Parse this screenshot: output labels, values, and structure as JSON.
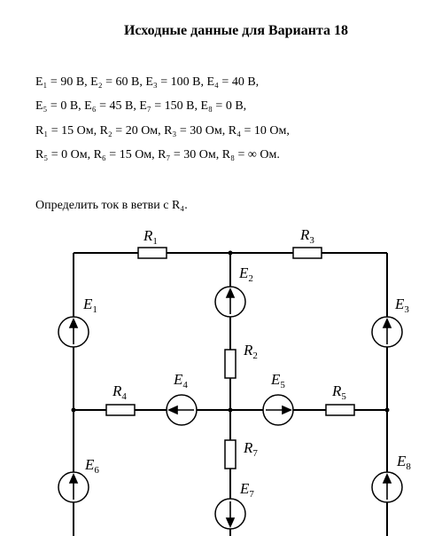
{
  "title": "Исходные данные для Варианта 18",
  "data_lines": [
    "E₁ = 90 В, E₂ = 60 В, E₃ = 100 В, E₄ = 40 В,",
    "E₅ = 0 В, E₆ = 45 В, E₇ = 150  В, E₈ = 0 В,",
    "R₁ = 15 Ом, R₂ = 20 Ом, R₃ = 30 Ом, R₄ = 10 Ом,",
    "R₅ = 0 Ом, R₆ = 15 Ом, R₇ = 30  Ом, R₈ = ∞  Ом."
  ],
  "task": "Определить ток в ветви с R₄.",
  "circuit_labels": {
    "R1": {
      "main": "R",
      "sub": "1"
    },
    "R2": {
      "main": "R",
      "sub": "2"
    },
    "R3": {
      "main": "R",
      "sub": "3"
    },
    "R4": {
      "main": "R",
      "sub": "4"
    },
    "R5": {
      "main": "R",
      "sub": "5"
    },
    "R7": {
      "main": "R",
      "sub": "7"
    },
    "E1": {
      "main": "E",
      "sub": "1"
    },
    "E2": {
      "main": "E",
      "sub": "2"
    },
    "E3": {
      "main": "E",
      "sub": "3"
    },
    "E4": {
      "main": "E",
      "sub": "4"
    },
    "E5": {
      "main": "E",
      "sub": "5"
    },
    "E6": {
      "main": "E",
      "sub": "6"
    },
    "E7": {
      "main": "E",
      "sub": "7"
    },
    "E8": {
      "main": "E",
      "sub": "8"
    }
  }
}
